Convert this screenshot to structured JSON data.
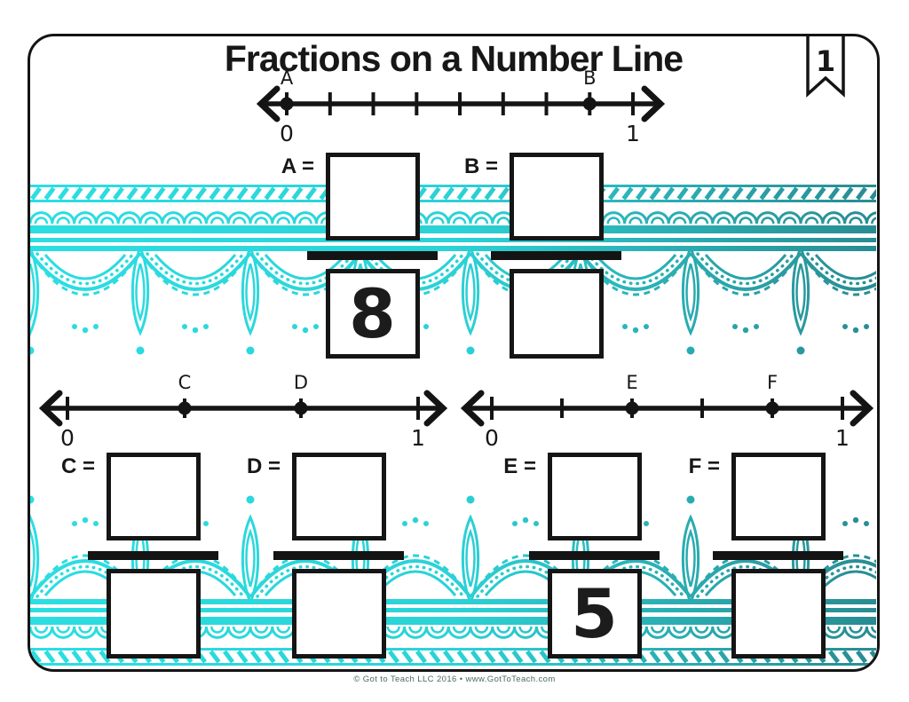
{
  "page": {
    "title": "Fractions on a Number Line",
    "page_number": "1",
    "footer": "© Got to Teach LLC 2016 • www.GotToTeach.com"
  },
  "colors": {
    "accent_bright": "#2bdee2",
    "accent_dark": "#288c92",
    "ink": "#141414"
  },
  "number_lines": [
    {
      "id": "top",
      "divisions": 8,
      "start_label": "0",
      "end_label": "1",
      "points": [
        {
          "label": "A",
          "at_division": 0
        },
        {
          "label": "B",
          "at_division": 7
        }
      ]
    },
    {
      "id": "bottom-left",
      "divisions": 3,
      "start_label": "0",
      "end_label": "1",
      "points": [
        {
          "label": "C",
          "at_division": 1
        },
        {
          "label": "D",
          "at_division": 2
        }
      ]
    },
    {
      "id": "bottom-right",
      "divisions": 5,
      "start_label": "0",
      "end_label": "1",
      "points": [
        {
          "label": "E",
          "at_division": 2
        },
        {
          "label": "F",
          "at_division": 4
        }
      ]
    }
  ],
  "fractions": [
    {
      "eq": "A =",
      "numerator": "",
      "denominator": "8"
    },
    {
      "eq": "B =",
      "numerator": "",
      "denominator": ""
    },
    {
      "eq": "C =",
      "numerator": "",
      "denominator": ""
    },
    {
      "eq": "D =",
      "numerator": "",
      "denominator": ""
    },
    {
      "eq": "E =",
      "numerator": "",
      "denominator": "5"
    },
    {
      "eq": "F =",
      "numerator": "",
      "denominator": ""
    }
  ]
}
